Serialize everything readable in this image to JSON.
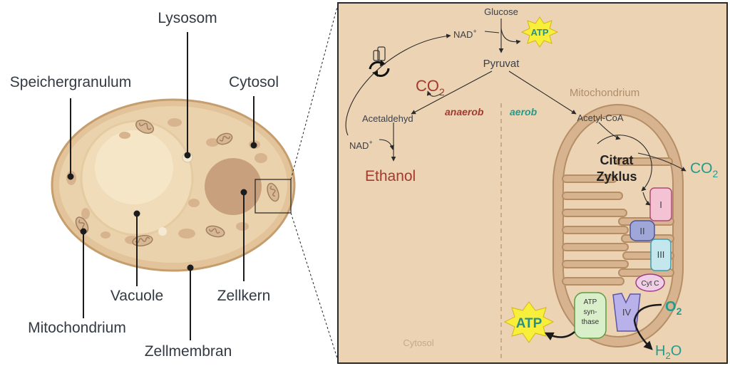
{
  "cell_labels": {
    "lysosom": "Lysosom",
    "speichergranulum": "Speichergranulum",
    "cytosol": "Cytosol",
    "vacuole": "Vacuole",
    "zellkern": "Zellkern",
    "mitochondrium": "Mitochondrium",
    "zellmembran": "Zellmembran"
  },
  "pathway": {
    "glucose": "Glucose",
    "nad_top": "NAD",
    "nad_top_sup": "+",
    "atp_top": "ATP",
    "pyruvat": "Pyruvat",
    "co2_left_main": "CO",
    "co2_left_sub": "2",
    "anaerob": "anaerob",
    "aerob": "aerob",
    "acetaldehyd": "Acetaldehyd",
    "nad_left": "NAD",
    "nad_left_sup": "+",
    "ethanol": "Ethanol",
    "cytosol": "Cytosol"
  },
  "mitochondrion": {
    "title": "Mitochondrium",
    "acetyl_coa": "Acetyl-CoA",
    "citrat": "Citrat",
    "zyklus": "Zyklus",
    "co2_right_main": "CO",
    "co2_right_sub": "2",
    "complex_i": "I",
    "complex_ii": "II",
    "complex_iii": "III",
    "cyt_c": "Cyt C",
    "complex_iv": "IV",
    "atp_synthase_1": "ATP",
    "atp_synthase_2": "syn-",
    "atp_synthase_3": "thase",
    "atp_bottom": "ATP",
    "o2_main": "O",
    "o2_sub": "2",
    "h2o_h": "H",
    "h2o_2": "2",
    "h2o_o": "O"
  },
  "colors": {
    "cell_fill": "#e8cfa8",
    "panel_fill": "#ecd3b4",
    "ethanol_red": "#a33a2e",
    "teal": "#1f9c8e",
    "atp_star": "#f7ef3a"
  }
}
